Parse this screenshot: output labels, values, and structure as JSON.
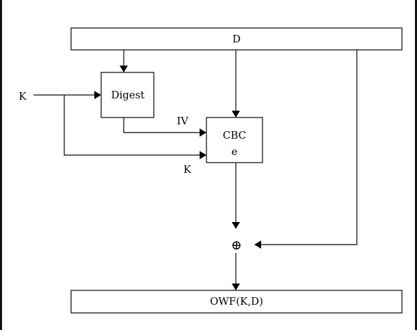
{
  "diagram": {
    "data_label": "D",
    "digest_label": "Digest",
    "cbc_label_line1": "CBC",
    "cbc_label_line2": "e",
    "iv_label": "IV",
    "k_input_label": "K",
    "k_cbc_label": "K",
    "xor_symbol": "⊕",
    "output_label": "OWF(K,D)"
  },
  "colors": {
    "line": "#000000",
    "background": "#ffffff"
  }
}
